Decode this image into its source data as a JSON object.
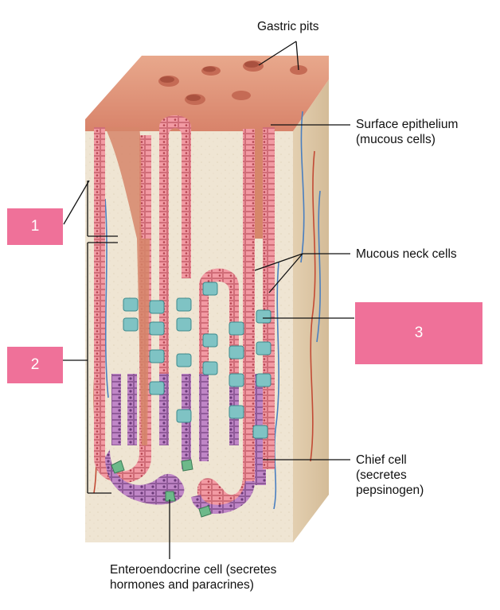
{
  "labels": {
    "gastric_pits": "Gastric pits",
    "surface_epithelium": "Surface epithelium\n(mucous cells)",
    "mucous_neck": "Mucous neck cells",
    "chief_cell": "Chief cell\n(secretes\npepsinogen)",
    "enteroendocrine": "Enteroendocrine cell (secretes\nhormones and paracrines)"
  },
  "boxes": {
    "box1": "1",
    "box2": "2",
    "box3": "3"
  },
  "colors": {
    "box_fill": "#ef7199",
    "tissue": "#efe5d3",
    "surface": "#e39b82",
    "epithelium_pink": "#ef8a96",
    "chief_purple": "#b077b8",
    "parietal_teal": "#7fc3c4",
    "enteroendocrine_green": "#6db98a"
  }
}
